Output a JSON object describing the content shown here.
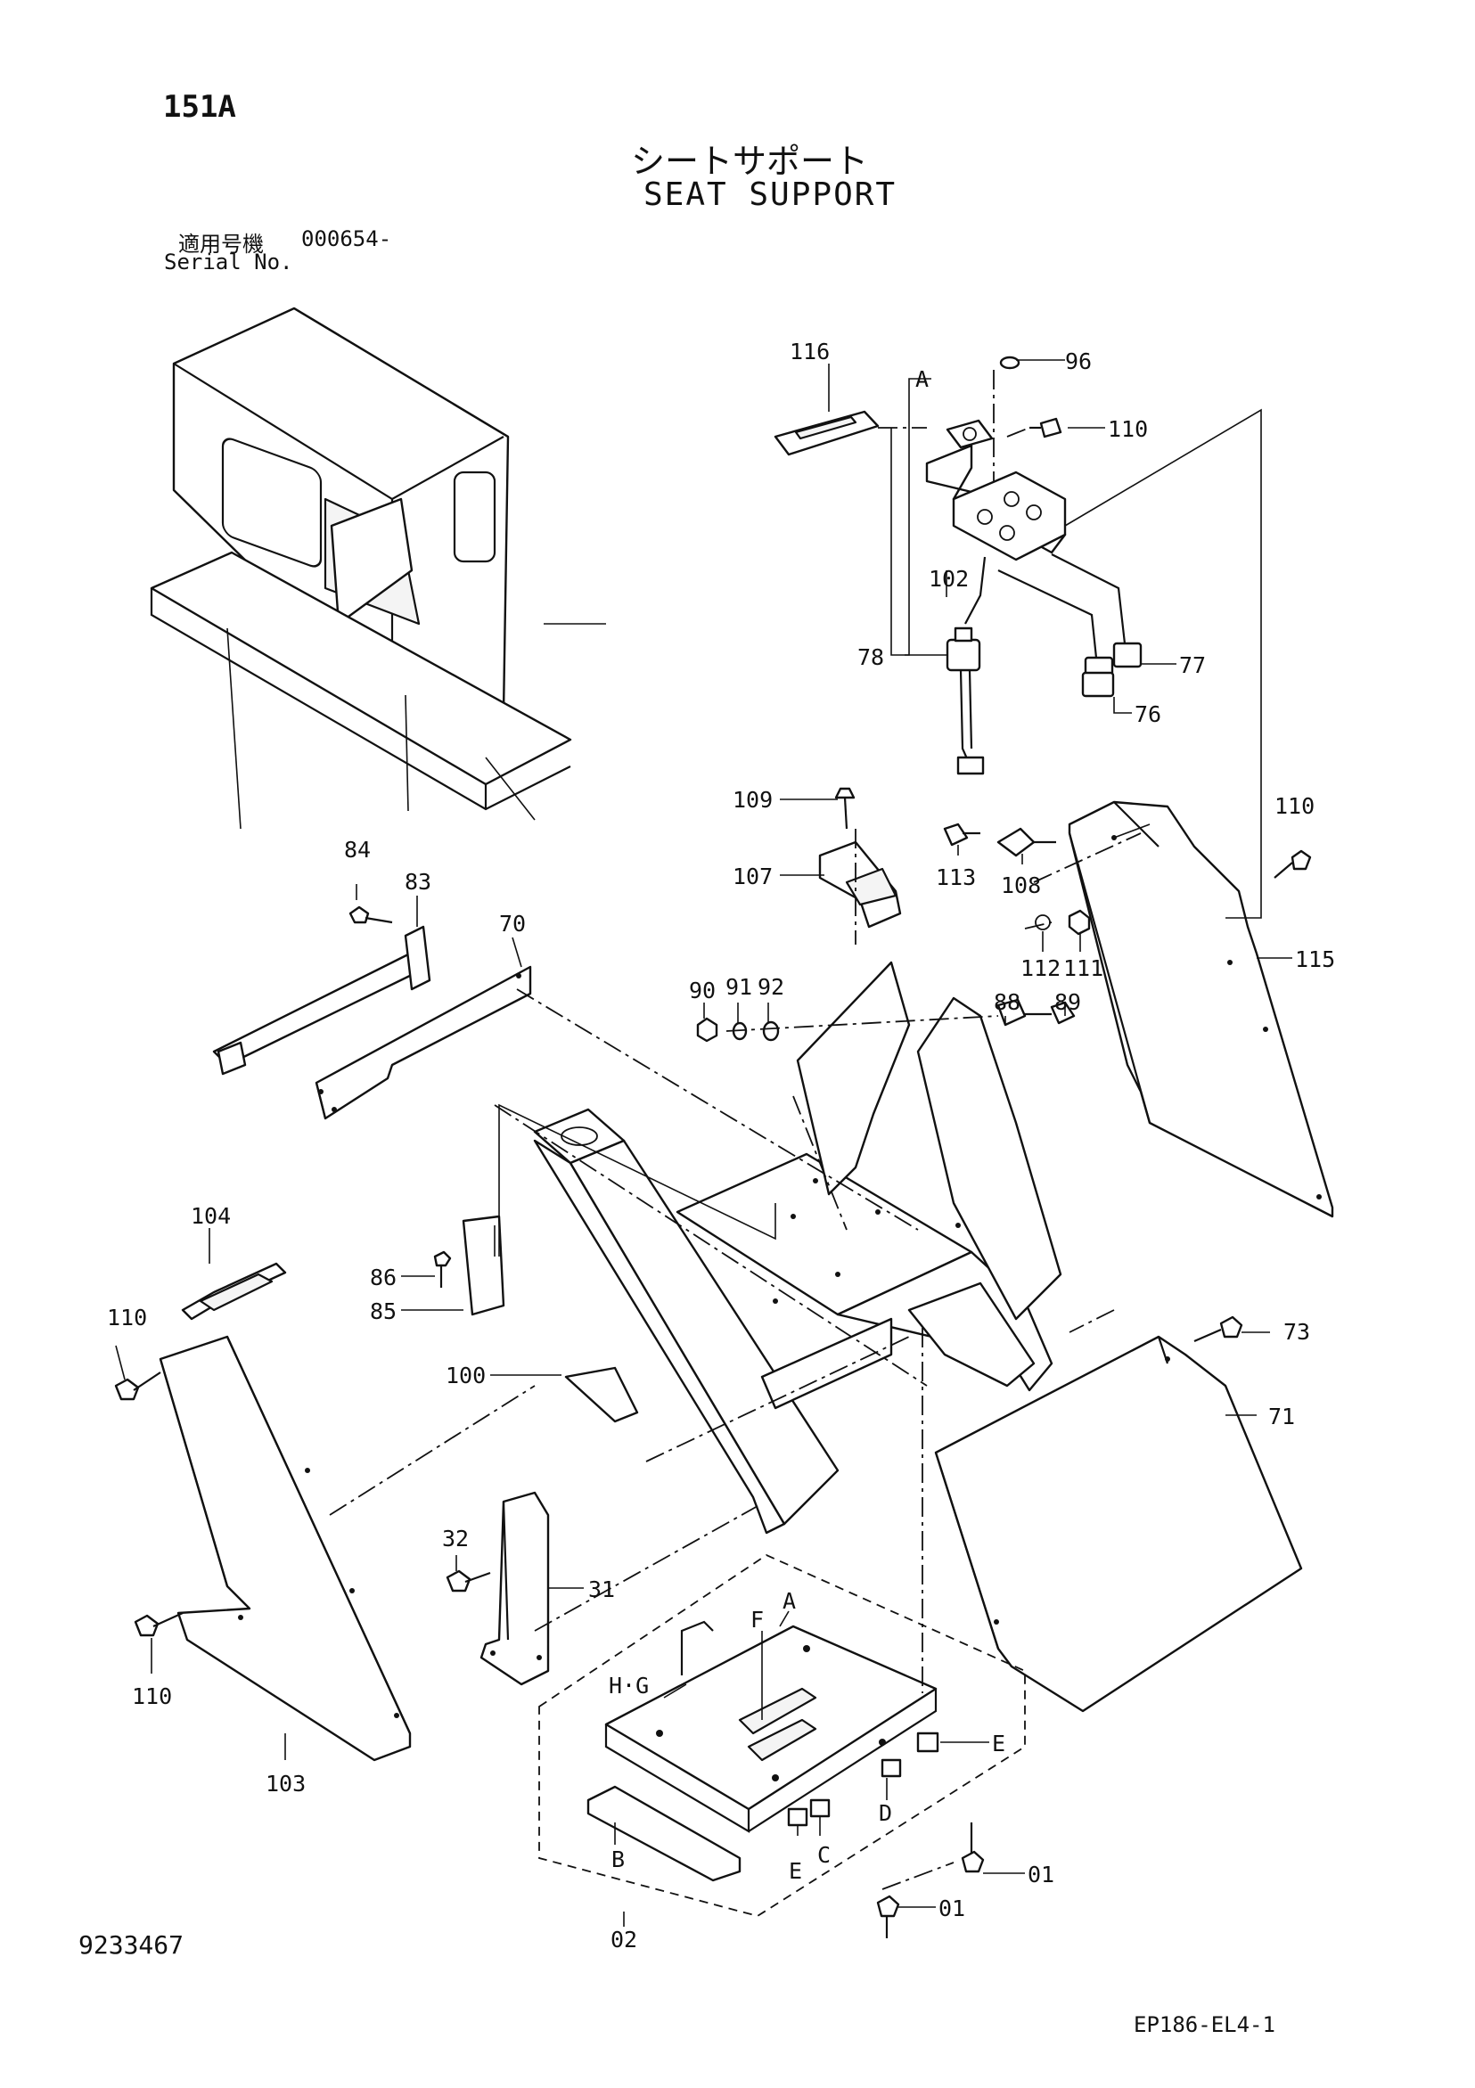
{
  "header": {
    "page_code": "151A",
    "title_jp": "シートサポート",
    "title_en": "SEAT SUPPORT",
    "serial_jp": "適用号機",
    "serial_value": "000654-",
    "serial_en": "Serial No."
  },
  "footer": {
    "drawing_number": "9233467",
    "ref_code": "EP186-EL4-1"
  },
  "callouts": {
    "c116": "116",
    "cA_top": "A",
    "c96": "96",
    "c110_a": "110",
    "c102": "102",
    "c78": "78",
    "c77": "77",
    "c76": "76",
    "c109": "109",
    "c107": "107",
    "c113": "113",
    "c108": "108",
    "c110_b": "110",
    "c112": "112",
    "c111": "111",
    "c115": "115",
    "c84": "84",
    "c83": "83",
    "c70": "70",
    "c90": "90",
    "c91": "91",
    "c92": "92",
    "c88": "88",
    "c89": "89",
    "c104": "104",
    "c110_c": "110",
    "c86": "86",
    "c85": "85",
    "c100": "100",
    "c73": "73",
    "c71": "71",
    "c32": "32",
    "c31": "31",
    "c110_d": "110",
    "c103": "103",
    "cA_bot": "A",
    "cF": "F",
    "cHG": "H·G",
    "cE_right": "E",
    "cD": "D",
    "cB": "B",
    "cE_bot": "E",
    "cC": "C",
    "c01_a": "01",
    "c01_b": "01",
    "c02": "02"
  }
}
